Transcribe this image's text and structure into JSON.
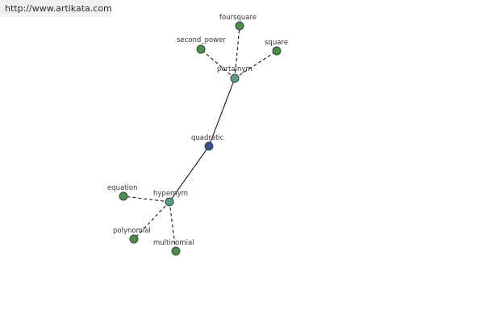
{
  "banner": {
    "url": "http://www.artikata.com"
  },
  "colors": {
    "center_node": "#3a4e8c",
    "relation_node": "#5c9a8a",
    "leaf_node": "#4f8a4f"
  },
  "nodes": [
    {
      "id": "quadratic",
      "label": "quadratic",
      "kind": "center"
    },
    {
      "id": "pertainym",
      "label": "pertainym",
      "kind": "relation"
    },
    {
      "id": "hypernym",
      "label": "hypernym",
      "kind": "relation"
    },
    {
      "id": "foursquare",
      "label": "foursquare",
      "kind": "leaf"
    },
    {
      "id": "second_power",
      "label": "second_power",
      "kind": "leaf"
    },
    {
      "id": "square",
      "label": "square",
      "kind": "leaf"
    },
    {
      "id": "equation",
      "label": "equation",
      "kind": "leaf"
    },
    {
      "id": "polynomial",
      "label": "polynomial",
      "kind": "leaf"
    },
    {
      "id": "multinomial",
      "label": "multinomial",
      "kind": "leaf"
    }
  ],
  "edges": [
    {
      "from": "quadratic",
      "to": "pertainym",
      "style": "solid"
    },
    {
      "from": "quadratic",
      "to": "hypernym",
      "style": "solid"
    },
    {
      "from": "pertainym",
      "to": "foursquare",
      "style": "dashed"
    },
    {
      "from": "pertainym",
      "to": "second_power",
      "style": "dashed"
    },
    {
      "from": "pertainym",
      "to": "square",
      "style": "dashed"
    },
    {
      "from": "hypernym",
      "to": "equation",
      "style": "dashed"
    },
    {
      "from": "hypernym",
      "to": "polynomial",
      "style": "dashed"
    },
    {
      "from": "hypernym",
      "to": "multinomial",
      "style": "dashed"
    }
  ]
}
